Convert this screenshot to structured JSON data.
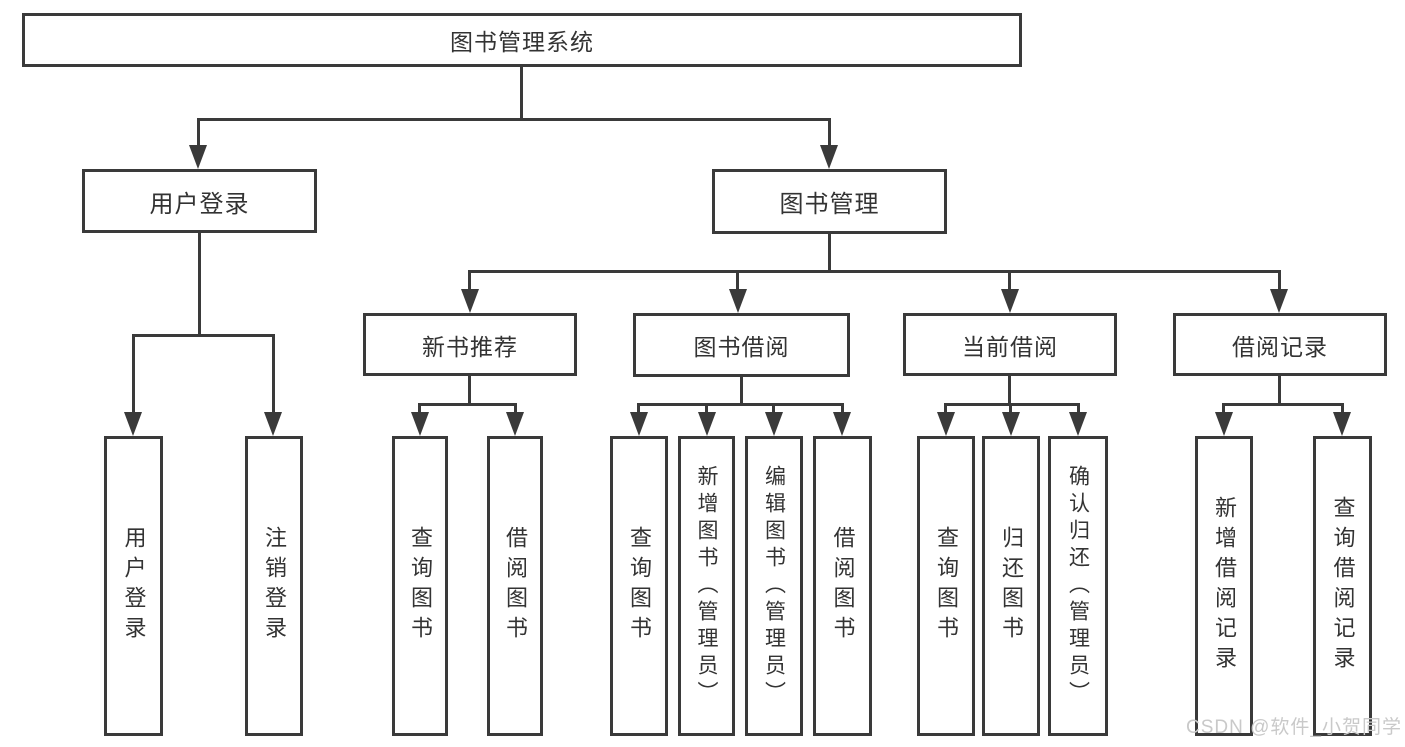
{
  "nodes": {
    "root": "图书管理系统",
    "user_login": "用户登录",
    "book_mgmt": "图书管理",
    "new_book_rec": "新书推荐",
    "book_borrow": "图书借阅",
    "current_borrow": "当前借阅",
    "borrow_records": "借阅记录",
    "leaf_user_login": "用户登录",
    "leaf_logout": "注销登录",
    "leaf_nb_query": "查询图书",
    "leaf_nb_borrow": "借阅图书",
    "leaf_bb_query": "查询图书",
    "leaf_bb_add": "新增图书（管理员）",
    "leaf_bb_edit": "编辑图书（管理员）",
    "leaf_bb_borrow": "借阅图书",
    "leaf_cb_query": "查询图书",
    "leaf_cb_return": "归还图书",
    "leaf_cb_confirm": "确认归还（管理员）",
    "leaf_br_add": "新增借阅记录",
    "leaf_br_query": "查询借阅记录"
  },
  "watermark": "CSDN @软件_小贺同学",
  "colors": {
    "line": "#3a3a3a",
    "text": "#333333",
    "watermark": "#c9c9c9",
    "background": "#ffffff"
  }
}
